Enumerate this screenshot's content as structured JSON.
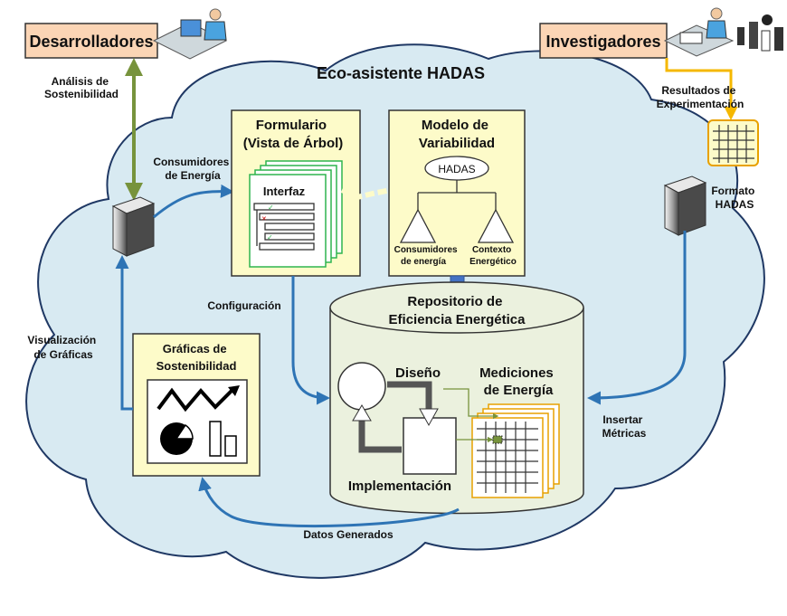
{
  "title": "Eco-asistente HADAS",
  "actors": {
    "developers": "Desarrolladores",
    "researchers": "Investigadores"
  },
  "flows": {
    "sustainability_analysis": [
      "Análisis de",
      "Sostenibilidad"
    ],
    "experiment_results": [
      "Resultados de",
      "Experimentación"
    ],
    "energy_consumers": [
      "Consumidores",
      "de Energía"
    ],
    "hadas_format": [
      "Formato",
      "HADAS"
    ],
    "configuration": "Configuración",
    "graph_visualization": [
      "Visualización",
      "de Gráficas"
    ],
    "insert_metrics": [
      "Insertar",
      "Métricas"
    ],
    "generated_data": "Datos Generados"
  },
  "form_box": {
    "title": [
      "Formulario",
      "(Vista de Árbol)"
    ],
    "interface": "Interfaz"
  },
  "variability_model": {
    "title": [
      "Modelo de",
      "Variabilidad"
    ],
    "root": "HADAS",
    "left_leaf": [
      "Consumidores",
      "de energía"
    ],
    "right_leaf": [
      "Contexto",
      "Energético"
    ]
  },
  "repository": {
    "title": [
      "Repositorio de",
      "Eficiencia Energética"
    ],
    "design": "Diseño",
    "implementation": "Implementación",
    "measurements": [
      "Mediciones",
      "de Energía"
    ]
  },
  "sustainability_graphs": {
    "title": [
      "Gráficas de",
      "Sostenibilidad"
    ]
  },
  "colors": {
    "cloud": "#d8eaf2",
    "box_fill": "#fdfbc9",
    "actor_fill": "#fbd5b5",
    "arrow_blue": "#2e74b5",
    "arrow_green": "#77933c",
    "arrow_yellow": "#f5b800",
    "form_green": "#2fb44f"
  }
}
